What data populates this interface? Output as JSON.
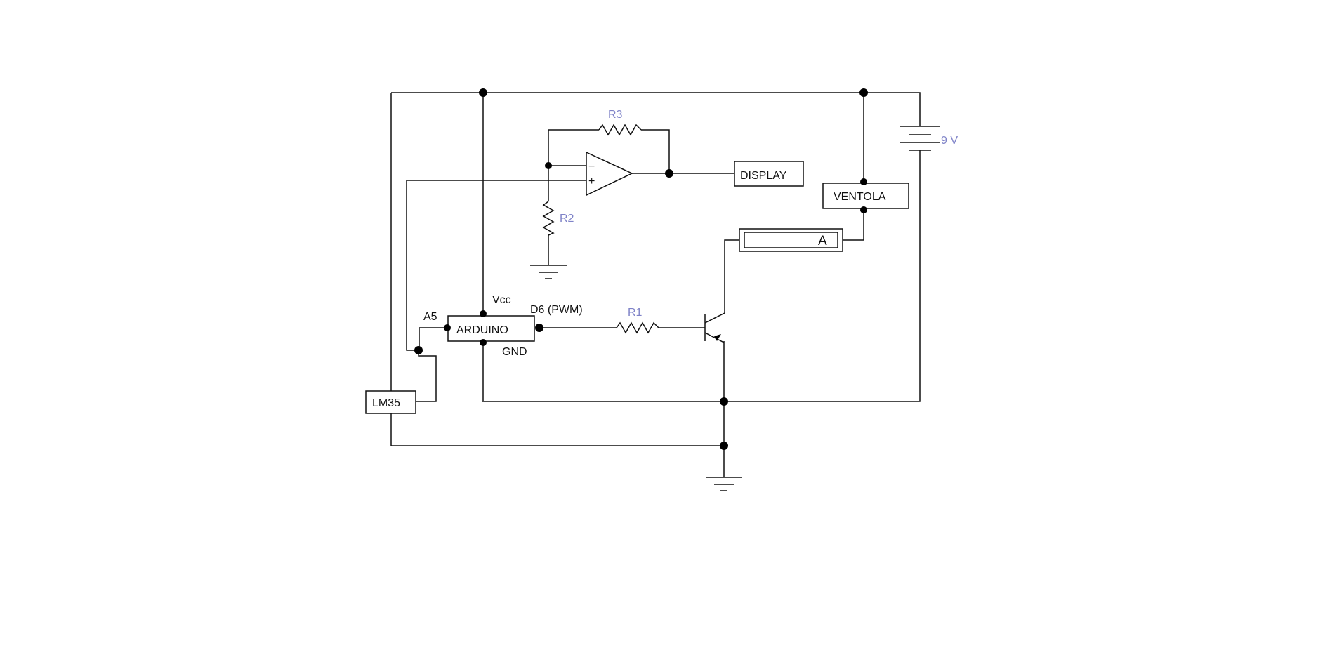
{
  "colors": {
    "value_label": "#7f83c8",
    "line": "#111111",
    "background": "#ffffff"
  },
  "components": {
    "lm35": "LM35",
    "arduino": "ARDUINO",
    "display": "DISPLAY",
    "ventola": "VENTOLA",
    "ammeter": "A",
    "r1": "R1",
    "r2": "R2",
    "r3": "R3",
    "battery": "9 V"
  },
  "pins": {
    "vcc": "Vcc",
    "a5": "A5",
    "d6": "D6 (PWM)",
    "gnd": "GND"
  },
  "opamp": {
    "minus": "−",
    "plus": "+"
  }
}
